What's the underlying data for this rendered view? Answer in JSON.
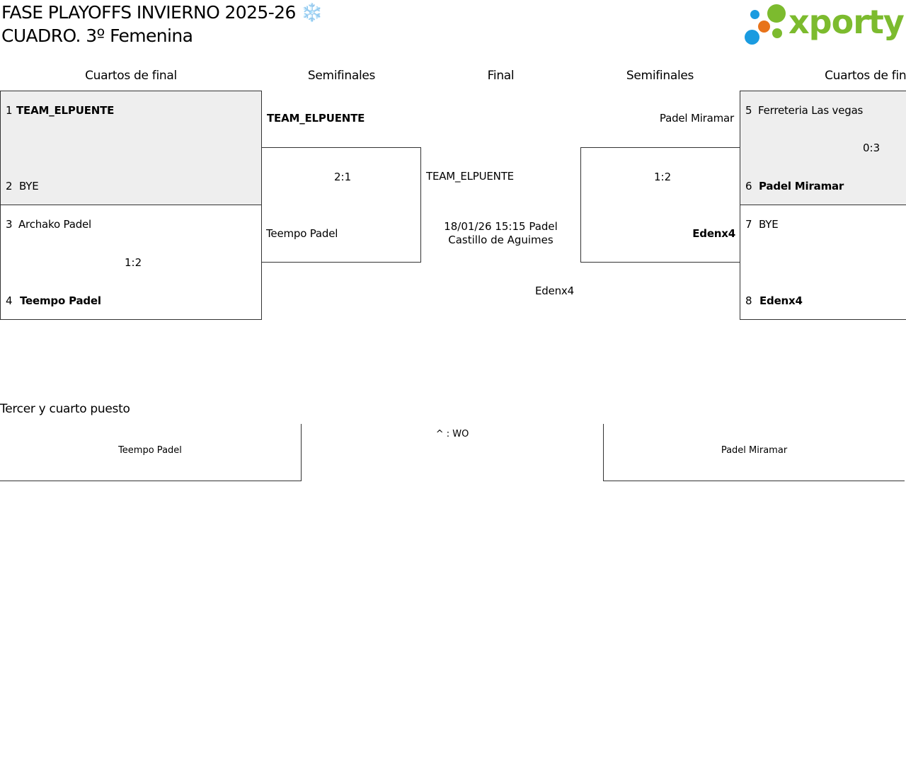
{
  "header": {
    "title_line1": "FASE PLAYOFFS INVIERNO 2025-26 ❄️",
    "title_line2": "CUADRO. 3º Femenina"
  },
  "logo": {
    "text": "xporty",
    "colors": {
      "green": "#7cbb2e",
      "blue": "#1a9be0",
      "orange": "#e8731a"
    }
  },
  "rounds": {
    "left_quarters": "Cuartos de final",
    "left_semis": "Semifinales",
    "final": "Final",
    "right_semis": "Semifinales",
    "right_quarters": "Cuartos de final"
  },
  "left_quarters": [
    {
      "seed_a": "1",
      "team_a": "TEAM_ELPUENTE",
      "seed_b": "2",
      "team_b": "BYE",
      "score": ""
    },
    {
      "seed_a": "3",
      "team_a": "Archako Padel",
      "seed_b": "4",
      "team_b": "Teempo Padel",
      "score": "1:2"
    }
  ],
  "right_quarters": [
    {
      "seed_a": "5",
      "team_a": "Ferreteria Las vegas",
      "seed_b": "6",
      "team_b": "Padel Miramar",
      "score": "0:3"
    },
    {
      "seed_a": "7",
      "team_a": "BYE",
      "seed_b": "8",
      "team_b": "Edenx4",
      "score": ""
    }
  ],
  "left_semi": {
    "team_a": "TEAM_ELPUENTE",
    "team_b": "Teempo Padel",
    "score": "2:1"
  },
  "right_semi": {
    "team_a": "Padel Miramar",
    "team_b": "Edenx4",
    "score": "1:2"
  },
  "final": {
    "team_a": "TEAM_ELPUENTE",
    "team_b": "Edenx4",
    "schedule": "18/01/26 15:15 Padel Castillo de Aguimes"
  },
  "third_place": {
    "heading": "Tercer y cuarto puesto",
    "team_a": "Teempo Padel",
    "team_b": "Padel Miramar",
    "note": "^ : WO"
  }
}
